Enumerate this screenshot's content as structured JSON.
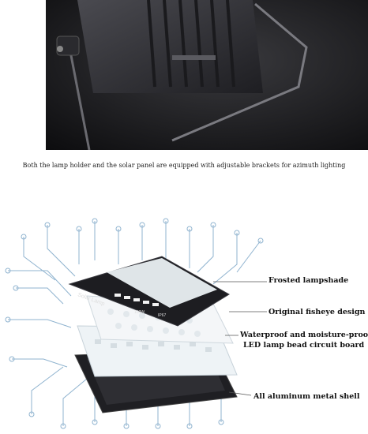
{
  "caption": "Both the lamp holder and the solar panel are equipped with adjustable brackets for azimuth lighting",
  "callouts": {
    "frosted": "Frosted lampshade",
    "fisheye": "Original fisheye design",
    "waterproof": "Waterproof and moisture-proof",
    "led_board": "LED lamp bead circuit board",
    "shell": "All aluminum metal shell"
  },
  "lamp_labels": {
    "brand": "Solar Lamp",
    "power": "100W",
    "rating": "IP67"
  },
  "colors": {
    "photo_dark": "#1b1b1e",
    "circuit_blue": "#7da7c8",
    "lamp_body": "#2a2a2e",
    "shade": "#e9eef0"
  }
}
